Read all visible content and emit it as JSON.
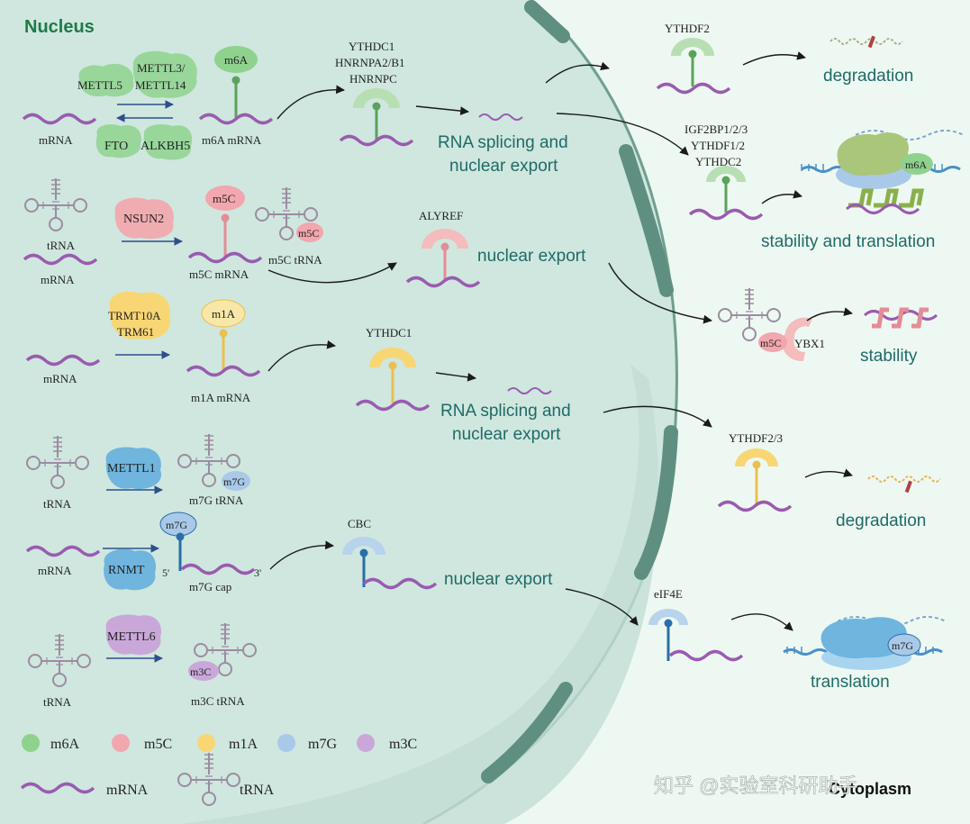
{
  "colors": {
    "nucleus_fill": "#cfe7df",
    "cytoplasm_fill": "#eef8f2",
    "membrane": "#6f9f8f",
    "m6A": "#8ed28e",
    "m5C": "#f2a6ad",
    "m1A": "#f8d674",
    "m7G": "#a9c9e8",
    "m3C": "#c9a8d9",
    "mRNA": "#9a5bb0",
    "tRNA": "#9b8ca0",
    "teal_text": "#1f6b66",
    "nucleus_title": "#1f7a45"
  },
  "regions": {
    "nucleus": "Nucleus",
    "cytoplasm": "Cytoplasm"
  },
  "row_m6A": {
    "writer_a": "METTL3/",
    "writer_b": "METTL14",
    "writer_c": "METTL5",
    "eraser_a": "FTO",
    "eraser_b": "ALKBH5",
    "substrate": "mRNA",
    "mark": "m6A",
    "product": "m6A mRNA",
    "reader_line1": "YTHDC1",
    "reader_line2": "HNRNPA2/B1",
    "reader_line3": "HNRNPC",
    "process_line1": "RNA splicing and",
    "process_line2": "nuclear export"
  },
  "cyto_m6A": {
    "deg_reader": "YTHDF2",
    "deg_process": "degradation",
    "st_reader_line1": "IGF2BP1/2/3",
    "st_reader_line2": "YTHDF1/2",
    "st_reader_line3": "YTHDC2",
    "ribosome_mark": "m6A",
    "st_process": "stability and translation"
  },
  "row_m5C": {
    "substrate_trna": "tRNA",
    "substrate_mrna": "mRNA",
    "writer": "NSUN2",
    "mark": "m5C",
    "product_mrna": "m5C mRNA",
    "trna_mark": "m5C",
    "product_trna": "m5C tRNA",
    "reader": "ALYREF",
    "process": "nuclear export",
    "cyto_mark": "m5C",
    "cyto_reader": "YBX1",
    "cyto_process": "stability"
  },
  "row_m1A": {
    "writer_a": "TRMT10A",
    "writer_b": "TRM61",
    "substrate": "mRNA",
    "mark": "m1A",
    "product": "m1A mRNA",
    "reader": "YTHDC1",
    "process_line1": "RNA splicing and",
    "process_line2": "nuclear export",
    "cyto_reader": "YTHDF2/3",
    "cyto_process": "degradation"
  },
  "row_m7G_trna": {
    "writer": "METTL1",
    "substrate": "tRNA",
    "mark": "m7G",
    "product": "m7G tRNA"
  },
  "row_m7G_cap": {
    "substrate": "mRNA",
    "writer": "RNMT",
    "mark": "m7G",
    "five_prime": "5'",
    "three_prime": "3'",
    "product": "m7G cap",
    "reader": "CBC",
    "process": "nuclear export",
    "cyto_reader": "eIF4E",
    "ribosome_mark": "m7G",
    "cyto_process": "translation"
  },
  "row_m3C": {
    "writer": "METTL6",
    "substrate": "tRNA",
    "mark": "m3C",
    "product": "m3C tRNA"
  },
  "legend": {
    "m6A": "m6A",
    "m5C": "m5C",
    "m1A": "m1A",
    "m7G": "m7G",
    "m3C": "m3C",
    "mRNA": "mRNA",
    "tRNA": "tRNA"
  },
  "watermark": "知乎 @实验室科研助手"
}
